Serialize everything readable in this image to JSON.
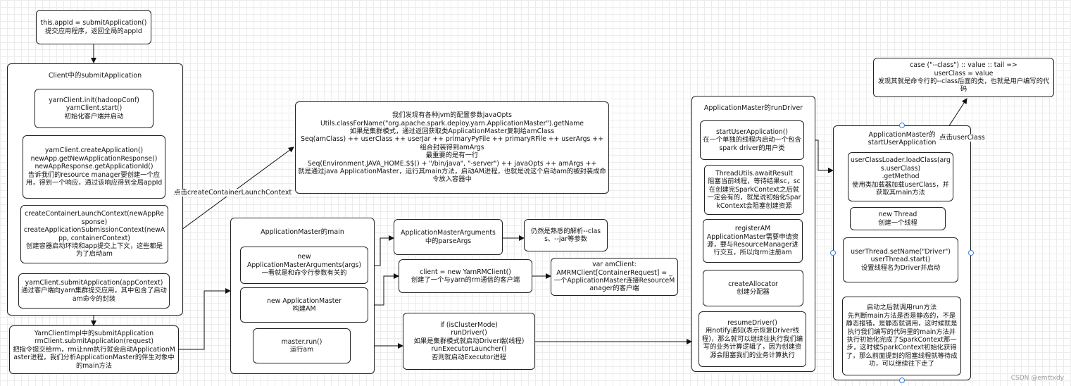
{
  "nodes": {
    "submit_app": "this.appId = submitApplication()\n提交应用程序，返回全局的appId",
    "client_title": "Client中的submitApplication",
    "yarn_init": "yarnClient.init(hadoopConf)\nyarnClient.start()\n初始化客户端并启动",
    "create_app": "yarnClient.createApplication()\nnewApp.getNewApplicationResponse()\nnewAppResponse.getApplicationId()\n告诉我们的resource manager要创建一个应用，得到一个响应，通过该响应得到全局appId",
    "launch_ctx": "createContainerLaunchContext(newAppResponse)\ncreateApplicationSubmissionContext(newApp, containerContext)\n创建容器启动环境和app提交上下文，这些都是为了启动am",
    "submit_ctx": "yarnClient.submitApplication(appContext)\n通过客户端向yarn集群提交应用，其中包含了启动am命令的封装",
    "yarn_impl": "YarnClientImpl中的submitApplication\nrmClient.submitApplication(request)\n把指令提交给rm，rm让nm执行就会启动ApplicationMaster进程，我们分析ApplicationMaster的伴生对象中的main方法",
    "jvm_note": "我们发现有各种jvm的配置参数javaOpts\nUtils.classForName(\"org.apache.spark.deploy.yarn.ApplicationMaster\").getName\n如果是集群模式，通过返回获取类ApplicationMaster复制给amClass\nSeq(amClass) ++ userClass ++ userJar ++ primaryPyFile ++ primaryRFile ++ userArgs ++ 组合封装得到amArgs\n最重要的是有一行\nSeq(Environment.JAVA_HOME.$$() + \"/bin/java\", \"-server\") ++ javaOpts ++ amArgs ++\n就是通过java ApplicationMaster，运行其main方法，启动AM进程，也就是说这个启动am的被封装成命令放入容器中",
    "am_main_title": "ApplicationMaster的main",
    "am_args": "new\nApplicationMasterArguments(args)\n一看就是和命令行参数有关的",
    "new_am": "new ApplicationMaster\n构建AM",
    "master_run": "master.run()\n运行am",
    "parse_args": "ApplicationMasterArguments\n中的parseArgs",
    "parse_note": "仍然是熟悉的解析--class、--jar等参数",
    "rm_client": "client = new YarnRMClient()\n创建了一个与yarn的rm通信的客户端",
    "amrm_client": "var amClient:\nAMRMClient[ContainerRequest] = _\n一个ApplicationMaster连接ResourceManager的客户端",
    "run_driver_branch": "if (isClusterMode)\nrunDriver()\n如果是集群模式就启动Driver端(线程)\nrunExecutorLauncher()\n否则就启动Executor进程",
    "run_driver_title": "ApplicationMaster的runDriver",
    "start_user_app": "startUserApplication()\n在一个单独的线程内启动一个包含spark driver的用户类",
    "await_result": "ThreadUtils.awaitResult\n阻塞当前线程，等待结果sc，sc在创建完SparkContext之后就一定会有的，就是说初始化SparkContext会阻塞创建资源",
    "register_am": "registerAM\nApplicationMaster需要申请资源，要与ResourceManager进行交互，所以向rm注册am",
    "create_allocator": "createAllocator\n创建分配器",
    "resume_driver": "resumeDriver()\n用notify通知(表示恢复Driver线程)，那么就可以继续往执行我们编写的业务计算逻辑了，因为创建资源会阻塞我们的业务计算执行",
    "sua_title": "ApplicationMaster的\nstartUserApplication",
    "load_class": "userClassLoader.loadClass(args.userClass)\n.getMethod\n使用类加载器加载userClass，并获取其main方法",
    "new_thread": "new Thread\n创建一个线程",
    "set_name": "userThread.setName(\"Driver\")\nuserThread.start()\n设置线程名为Driver并启动",
    "run_method": "启动之后就调用run方法\n先判断main方法是否是静态的，不是静态报错，是静态就调用，这时候就是执行我们编写的代码里的main方法并执行初始化完成了SparkContext那一步，这时候SparkContext初始化获得了，那么前面提到的阻塞线程就等待成功，可以继续往下走了",
    "case_note": "case (\"--class\") :: value :: tail =>\n userClass = value\n发现其就是命令行的--class后面的类，也就是用户编写的代码"
  },
  "edge_labels": {
    "click_launch": "点击createContainerLaunchContext",
    "click_userclass": "点击userClass"
  },
  "watermark": "CSDN @emttxdy"
}
